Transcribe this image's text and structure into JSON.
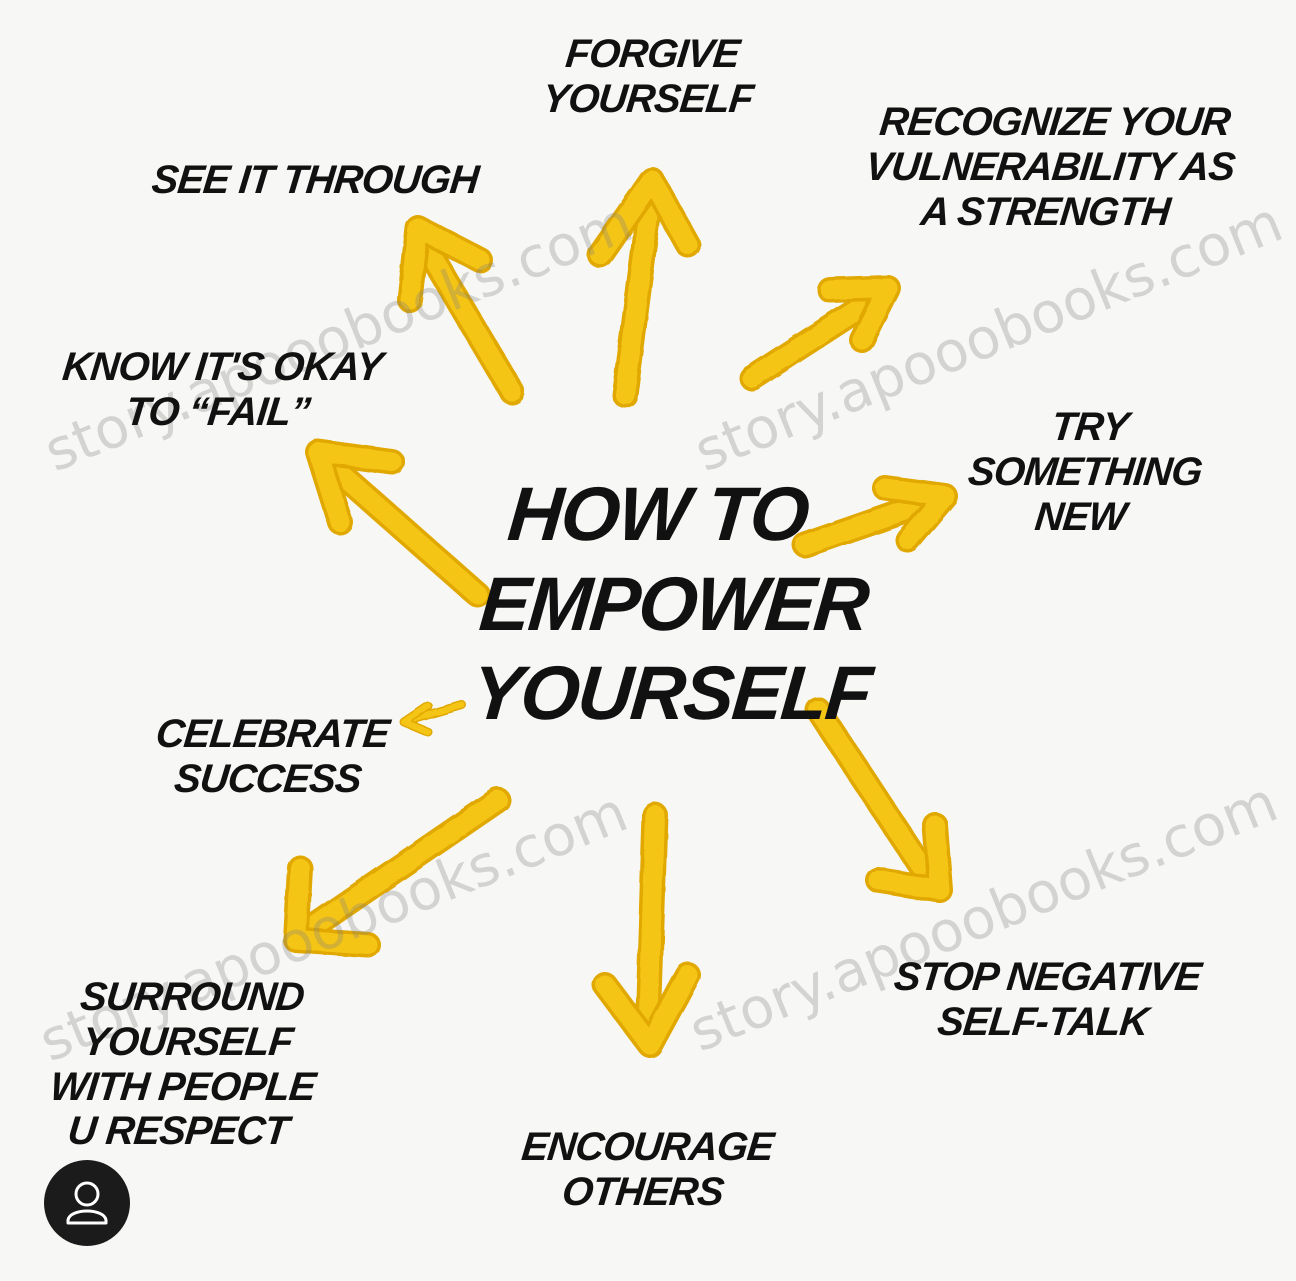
{
  "diagram": {
    "center": {
      "lines": [
        "HOW TO",
        "EMPOWER",
        "YOURSELF"
      ]
    },
    "nodes": [
      {
        "id": "forgive-yourself",
        "lines": [
          "FORGIVE",
          "YOURSELF"
        ]
      },
      {
        "id": "recognize-vulnerability",
        "lines": [
          "RECOGNIZE YOUR",
          "VULNERABILITY AS",
          "A STRENGTH"
        ]
      },
      {
        "id": "see-it-through",
        "lines": [
          "SEE IT THROUGH"
        ]
      },
      {
        "id": "know-its-okay-to-fail",
        "lines": [
          "KNOW IT'S OKAY",
          "TO “FAIL”"
        ]
      },
      {
        "id": "try-something-new",
        "lines": [
          "TRY",
          "SOMETHING",
          "NEW"
        ]
      },
      {
        "id": "celebrate-success",
        "lines": [
          "CELEBRATE",
          "SUCCESS"
        ]
      },
      {
        "id": "surround-yourself",
        "lines": [
          "SURROUND",
          "YOURSELF",
          "WITH PEOPLE",
          "U RESPECT"
        ]
      },
      {
        "id": "encourage-others",
        "lines": [
          "ENCOURAGE",
          "OTHERS"
        ]
      },
      {
        "id": "stop-negative-self-talk",
        "lines": [
          "STOP NEGATIVE",
          "SELF-TALK"
        ]
      }
    ],
    "arrow_color": "#f5c518",
    "arrow_edge_color": "#e0a800",
    "text_color": "#111111"
  },
  "watermark": {
    "text": "story.apooobooks.com"
  },
  "avatar_icon": "user-avatar-icon"
}
